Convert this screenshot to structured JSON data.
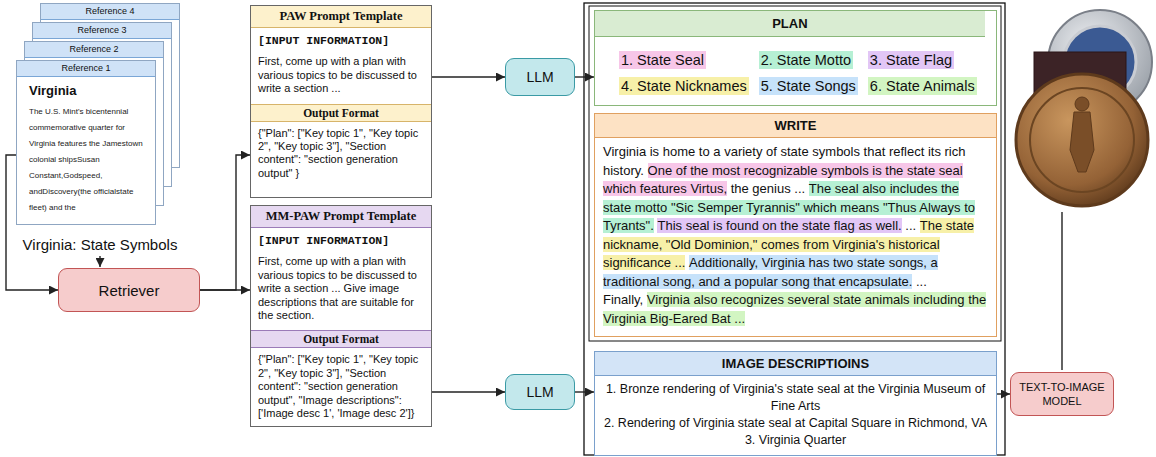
{
  "diagram": {
    "nodes": [
      {
        "text": [
          "Reference 4"
        ]
      },
      {
        "text": [
          "Reference 3"
        ]
      },
      {
        "text": [
          "Reference 2"
        ]
      },
      {
        "text": [
          "Reference 1",
          "Virginia",
          "The U.S. Mint's bicentennial commemorative quarter for Virginia features the Jamestown colonial shipsSusan Constant,Godspeed, andDiscovery(the officialstate fleet) and the"
        ]
      },
      {
        "text": [
          "Retriever"
        ]
      },
      {
        "text": [
          "PAW Prompt Template",
          "[INPUT INFORMATION]",
          "First, come up with a plan with various topics to be discussed to write a section ...",
          "Output Format",
          "{\"Plan\": [\"Key topic 1\", \"Key topic 2\", \"Key topic 3\"], \"Section content\": \"section generation output\" }"
        ]
      },
      {
        "text": [
          "LLM"
        ]
      },
      {
        "text": [
          "MM-PAW Prompt Template",
          "[INPUT INFORMATION]",
          "First, come up with a plan with various topics to be discussed to write a section ... Give image descriptions that are suitable for the section.",
          "Output Format",
          "{\"Plan\": [\"Key topic 1\", \"Key topic 2\", \"Key topic 3\"], \"Section content\": \"section generation output\", \"Image descriptions\": ['Image desc 1', 'Image desc 2']}"
        ]
      },
      {
        "text": [
          "LLM"
        ]
      },
      {
        "text": [
          "PLAN",
          "1. State Seal",
          "2. State Motto",
          "3. State Flag",
          "4. State Nicknames",
          "5. State Songs",
          "6. State Animals"
        ]
      },
      {
        "text": [
          "WRITE",
          "Virginia is home to a variety of state symbols that reflect its rich history.",
          "One of the most recognizable symbols is the state seal which features Virtus,",
          "the genius ...",
          "The seal also includes the state motto \"Sic Semper Tyrannis\" which means \"Thus Always to Tyrants\".",
          "This seal is found on the state flag as well.",
          "...",
          "The state nickname, \"Old Dominion,\" comes from Virginia's historical significance ...",
          "Additionally, Virginia has two state songs, a traditional song, and a popular song that encapsulate.",
          "... Finally,",
          "Virginia also recognizes several state animals including the Virginia Big-Eared Bat ..."
        ]
      },
      {
        "text": [
          "IMAGE DESCRIPTIOINS",
          "1. Bronze rendering of Virginia's state seal at the Virginia Museum of Fine Arts",
          "2. Rendering of Virginia state seal at Capital Square in Richmond, VA",
          "3. Virginia Quarter"
        ]
      },
      {
        "text": [
          "TEXT-TO-IMAGE MODEL"
        ]
      }
    ],
    "edges": [
      {
        "from": 3,
        "to": 4,
        "arrow": "to"
      },
      {
        "from": 4,
        "to": 5,
        "arrow": "to"
      },
      {
        "from": 4,
        "to": 7,
        "arrow": "to"
      },
      {
        "from": 5,
        "to": 6,
        "arrow": "to"
      },
      {
        "from": 6,
        "to": 9,
        "arrow": "to"
      },
      {
        "from": 7,
        "to": 8,
        "arrow": "to"
      },
      {
        "from": 8,
        "to": 11,
        "arrow": "to"
      },
      {
        "from": 11,
        "to": 12,
        "arrow": "to"
      }
    ],
    "labels": [
      "Virginia: State Symbols"
    ]
  }
}
